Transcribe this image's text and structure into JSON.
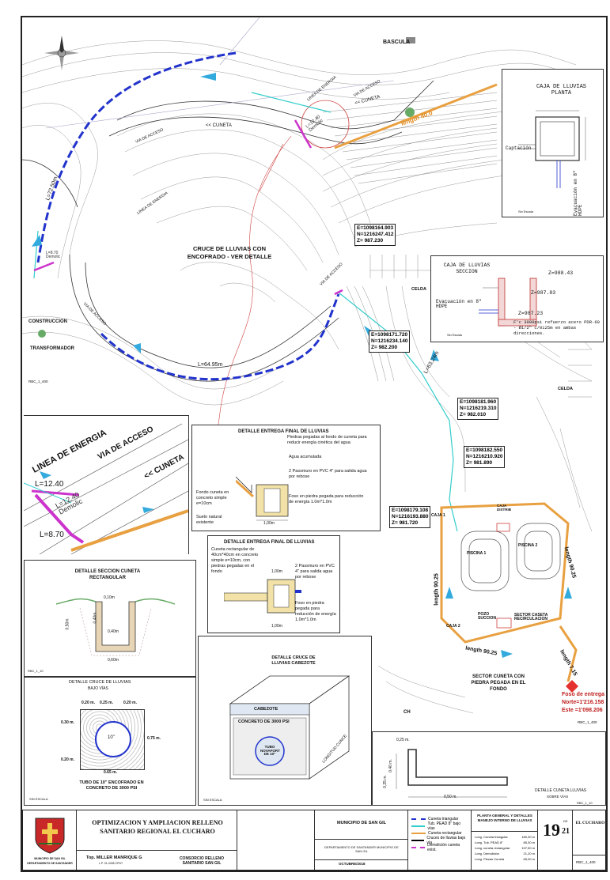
{
  "map": {
    "labels": {
      "bascula": "BASCULA",
      "linea_energia_1": "LINEA DE ENERGIA",
      "via_acceso_1": "VIA DE ACCESO",
      "cuneta_1": "<< CUNETA",
      "cuneta_2": "<< CUNETA",
      "via_acceso_2": "VIA DE ACCESO",
      "linea_energia_2": "LINEA DE ENERGIA",
      "via_acceso_3": "VIA DE ACCESO",
      "via_acceso_4": "VIA DE ACCESO",
      "cruce_title": "CRUCE DE LLUVIAS CON ENCOFRADO - VER DETALLE",
      "construccion": "CONSTRUCCION",
      "transformador": "TRANSFORMADOR",
      "celda_1": "CELDA",
      "celda_2": "CELDA",
      "piscina_1": "PISCINA 1",
      "piscina_2": "PISCINA 2",
      "caja_1": "CAJA 1",
      "caja_2": "CAJA 2",
      "caja_distrib": "CAJA DISTRIB",
      "pozo_succion": "POZO SUCCION",
      "sector_caseta": "SECTOR CASETA RECIRCULACION",
      "sector_cuneta": "SECTOR CUNETA CON PIEDRA PEGADA EN EL FONDO",
      "ch": "CH",
      "foso_entrega": "Foso de entrega",
      "norte": "Norte=1'216.158",
      "este": "Este =1'098.206",
      "rbc_1": "RBC_1_400",
      "rbc_2": "RBC_1_400"
    },
    "lengths": {
      "l1": "L=72.50m",
      "l2": "L=64.95m",
      "l3": "length 40.0",
      "l4": "L=63.24m",
      "l5": "length 90.25",
      "l6": "length 90.25",
      "l7": "length 90.25",
      "l8": "length 7.15",
      "demolic1": "L=12.40 Demolic",
      "demolic2": "L=8.70 Demolic"
    },
    "coords": [
      {
        "e": "E=1098164.903",
        "n": "N=1216247.412",
        "z": "Z= 987.230"
      },
      {
        "e": "E=1098171.720",
        "n": "N=1216234.140",
        "z": "Z= 982.200"
      },
      {
        "e": "E=1098181.960",
        "n": "N=1216219.310",
        "z": "Z= 982.010"
      },
      {
        "e": "E=1098182.550",
        "n": "N=1216210.920",
        "z": "Z= 981.890"
      },
      {
        "e": "E=1098179.108",
        "n": "N=1216193.880",
        "z": "Z= 981.720"
      }
    ]
  },
  "caja_planta": {
    "title": "CAJA DE LLUVIAS PLANTA",
    "captacion": "Captación",
    "evacuacion": "Evacuación en 8\" HDPE",
    "escala": "Sin Escala"
  },
  "caja_seccion": {
    "title": "CAJA DE LLUVIAS SECCION",
    "evacuacion": "Evacuación en 8\" HDPE",
    "z1": "Z=988.43",
    "z2": "Z=987.83",
    "z3": "Z=987.23",
    "note": "F'c 3000psi refuerzo acero PDR-60 - Ø1/2\" c/0125m en ambas direcciones.",
    "escala": "Sin Escala"
  },
  "zoom": {
    "linea": "LINEA DE ENERGIA",
    "via": "VIA DE ACCESO",
    "cuneta": "<< CUNETA",
    "l1": "L=12.40",
    "l2": "L=12.40 Demolic",
    "l3": "L=8.70"
  },
  "detalle_entrega_1": {
    "title": "DETALLE ENTREGA FINAL DE LLUVIAS",
    "n1": "Piedras pegadas al fondo de cuneta para reducir energía cinética del agua",
    "n2": "Agua acumulada",
    "n3": "2 Passmuro en PVC 4\" para salida agua por rebose",
    "n4": "Fondo cuneta en concreto simple e=10cm",
    "n5": "Foso en piedra pegada para reducción de energía 1.0m*1.0m",
    "n6": "Suelo natural existente",
    "d1": "1,00m"
  },
  "detalle_entrega_2": {
    "title": "DETALLE ENTREGA FINAL DE LLUVIAS",
    "n1": "Cuneta rectangular de 40cm*40cm en concreto simple e=10cm, con piedras pegadas en el fondo",
    "n2": "2 Passmuro en PVC 4\" para salida agua por rebose",
    "n3": "Foso en piedra pegada para reducción de energía 1.0m*1.0m",
    "d1": "1,00m",
    "d2": "1,00m"
  },
  "detalle_seccion": {
    "title": "DETALLE SECCION CUNETA RECTANGULAR",
    "d1": "0,10m",
    "d2": "0,40m",
    "d3": "0,40m",
    "d4": "0,60m",
    "d5": "0,50m",
    "rbc": "RBC_1_10"
  },
  "detalle_cruce": {
    "title": "DETALLE CRUCE DE LLUVIAS",
    "subtitle": "BAJO VÍAS",
    "d1": "0.20 m.",
    "d2": "0.25 m.",
    "d3": "0.20 m.",
    "d4": "0.30 m.",
    "d5": "0.75 m.",
    "d6": "0.20 m.",
    "d7": "0.65 m.",
    "pipe": "10\"",
    "tubo_title": "TUBO DE 10\" ENCOFRADO EN CONCRETO DE 3000 PSI",
    "escala": "SIN ESCALA"
  },
  "detalle_cabezote": {
    "title": "DETALLE CRUCE DE LLUVIAS CABEZOTE",
    "cabezote": "CABEZOTE",
    "concreto": "CONCRETO DE 3000 PSI",
    "tubo": "TUBO NOVAFORT DE 10\"",
    "longitud": "LONGITUD CUNCE",
    "escala": "SIN ESCALA"
  },
  "detalle_cuneta_lluvias": {
    "title": "DETALLE CUNETA LLUVIAS",
    "subtitle": "SOBRE VÍAS",
    "d1": "0,25 m.",
    "d2": "0,40 m.",
    "d3": "0,50 m.",
    "d4": "0,25 m.",
    "rbc": "RBC_1_10"
  },
  "title_block": {
    "org1": "MUNICIPIO DE SAN GIL",
    "org2": "DEPARTAMENTO DE SANTANDER",
    "project": "OPTIMIZACION Y AMPLIACION RELLENO SANITARIO REGIONAL EL CUCHARO",
    "topo": "Top. MILLER MANRIQUE G",
    "topo_mat": "L.P. 01-4308 CPNT",
    "consorcio": "CONSORCIO RELLENO SANITARIO SAN GIL",
    "municipio": "MUNICIPIO DE SAN GIL",
    "departamento": "DEPARTAMENTO DE SANTANDER MUNICIPIO DE SAN GIL",
    "fecha": "OCTUBRE/2018",
    "legend": [
      {
        "label": "Cuneta triangular",
        "color": "#2233cc"
      },
      {
        "label": "Tub. PEAD 8\" bajo vías",
        "color": "#33cccc"
      },
      {
        "label": "Cuneta rectangular",
        "color": "#e8a040"
      },
      {
        "label": "Cruces de lluvias bajo vía",
        "color": "#000000"
      },
      {
        "label": "Demolición cuneta exist.",
        "color": "#cc33cc"
      }
    ],
    "sheet_title": "PLANTA GENERAL Y DETALLES MANEJO INTERNO DE LLUVIAS",
    "quantities": [
      {
        "label": "Long. Cuneta triangular",
        "value": "180,30 m"
      },
      {
        "label": "Long. Tub. PEAD 8\"",
        "value": "85,30 m"
      },
      {
        "label": "Long. cuneta rectangular",
        "value": "137,50 m"
      },
      {
        "label": "Long. Demolición",
        "value": "21,20 m"
      },
      {
        "label": "Long. Piezas Cuneta",
        "value": "65,00 m"
      }
    ],
    "sheet_no": "19",
    "de": "DE",
    "total": "21",
    "place": "EL CUCHARO",
    "scale": "RBC_1_400"
  }
}
